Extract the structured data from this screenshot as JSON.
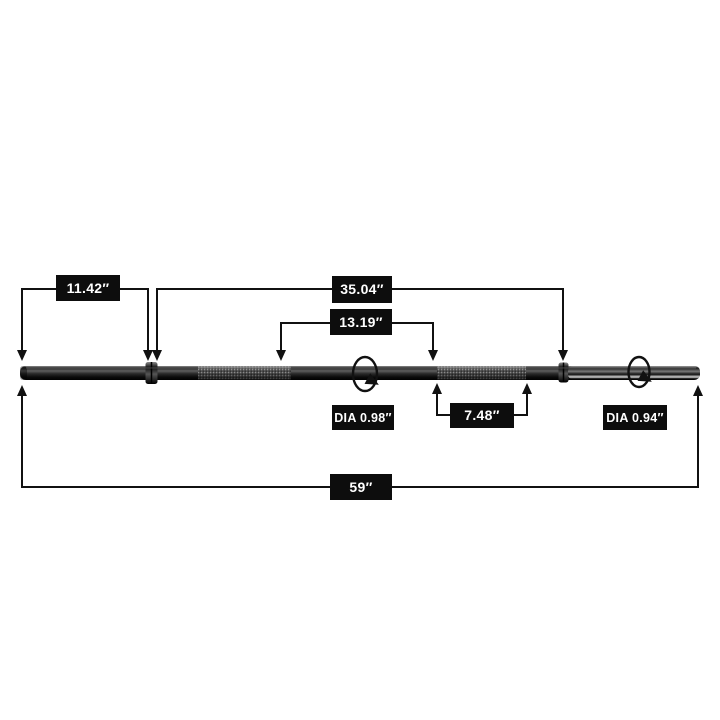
{
  "diagram": {
    "background": "#ffffff",
    "line_color": "#111111",
    "label_bg": "#0d0d0d",
    "label_text_color": "#ffffff",
    "dimensions": {
      "left_end_to_collar": "11.42″",
      "collar_to_collar": "35.04″",
      "center_section": "13.19″",
      "grip_knurl_section": "7.48″",
      "shaft_diameter": "DIA 0.98″",
      "sleeve_diameter": "DIA 0.94″",
      "total_length": "59″"
    },
    "icons": {
      "center_rotation": "rotation-arrow-icon",
      "sleeve_rotation": "rotation-arrow-icon"
    }
  }
}
